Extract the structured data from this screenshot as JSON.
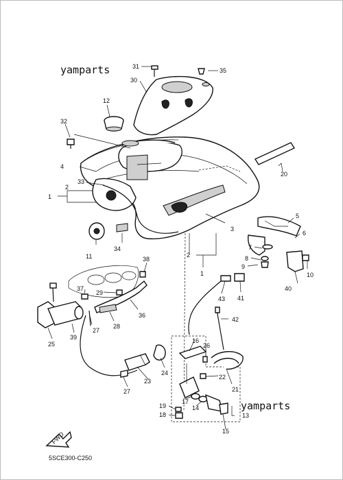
{
  "watermarks": [
    "yamparts",
    "yamparts"
  ],
  "diagram_code": "5SCE300-C250",
  "fwd_label": "FWD",
  "callouts": {
    "c1": "1",
    "c2a": "2",
    "c2b": "2",
    "c1b": "1",
    "c3": "3",
    "c4": "4",
    "c5": "5",
    "c6": "6",
    "c7": "7",
    "c8": "8",
    "c9": "9",
    "c10": "10",
    "c11": "11",
    "c12": "12",
    "c13": "13",
    "c14": "14",
    "c15": "15",
    "c16": "16",
    "c17": "17",
    "c18": "18",
    "c19": "19",
    "c20": "20",
    "c21": "21",
    "c22": "22",
    "c23": "23",
    "c24": "24",
    "c25": "25",
    "c26": "26",
    "c27a": "27",
    "c27b": "27",
    "c28": "28",
    "c29": "29",
    "c30": "30",
    "c31": "31",
    "c32": "32",
    "c33": "33",
    "c34": "34",
    "c35": "35",
    "c36": "36",
    "c37": "37",
    "c38": "38",
    "c39": "39",
    "c40": "40",
    "c41": "41",
    "c42": "42",
    "c43": "43"
  }
}
